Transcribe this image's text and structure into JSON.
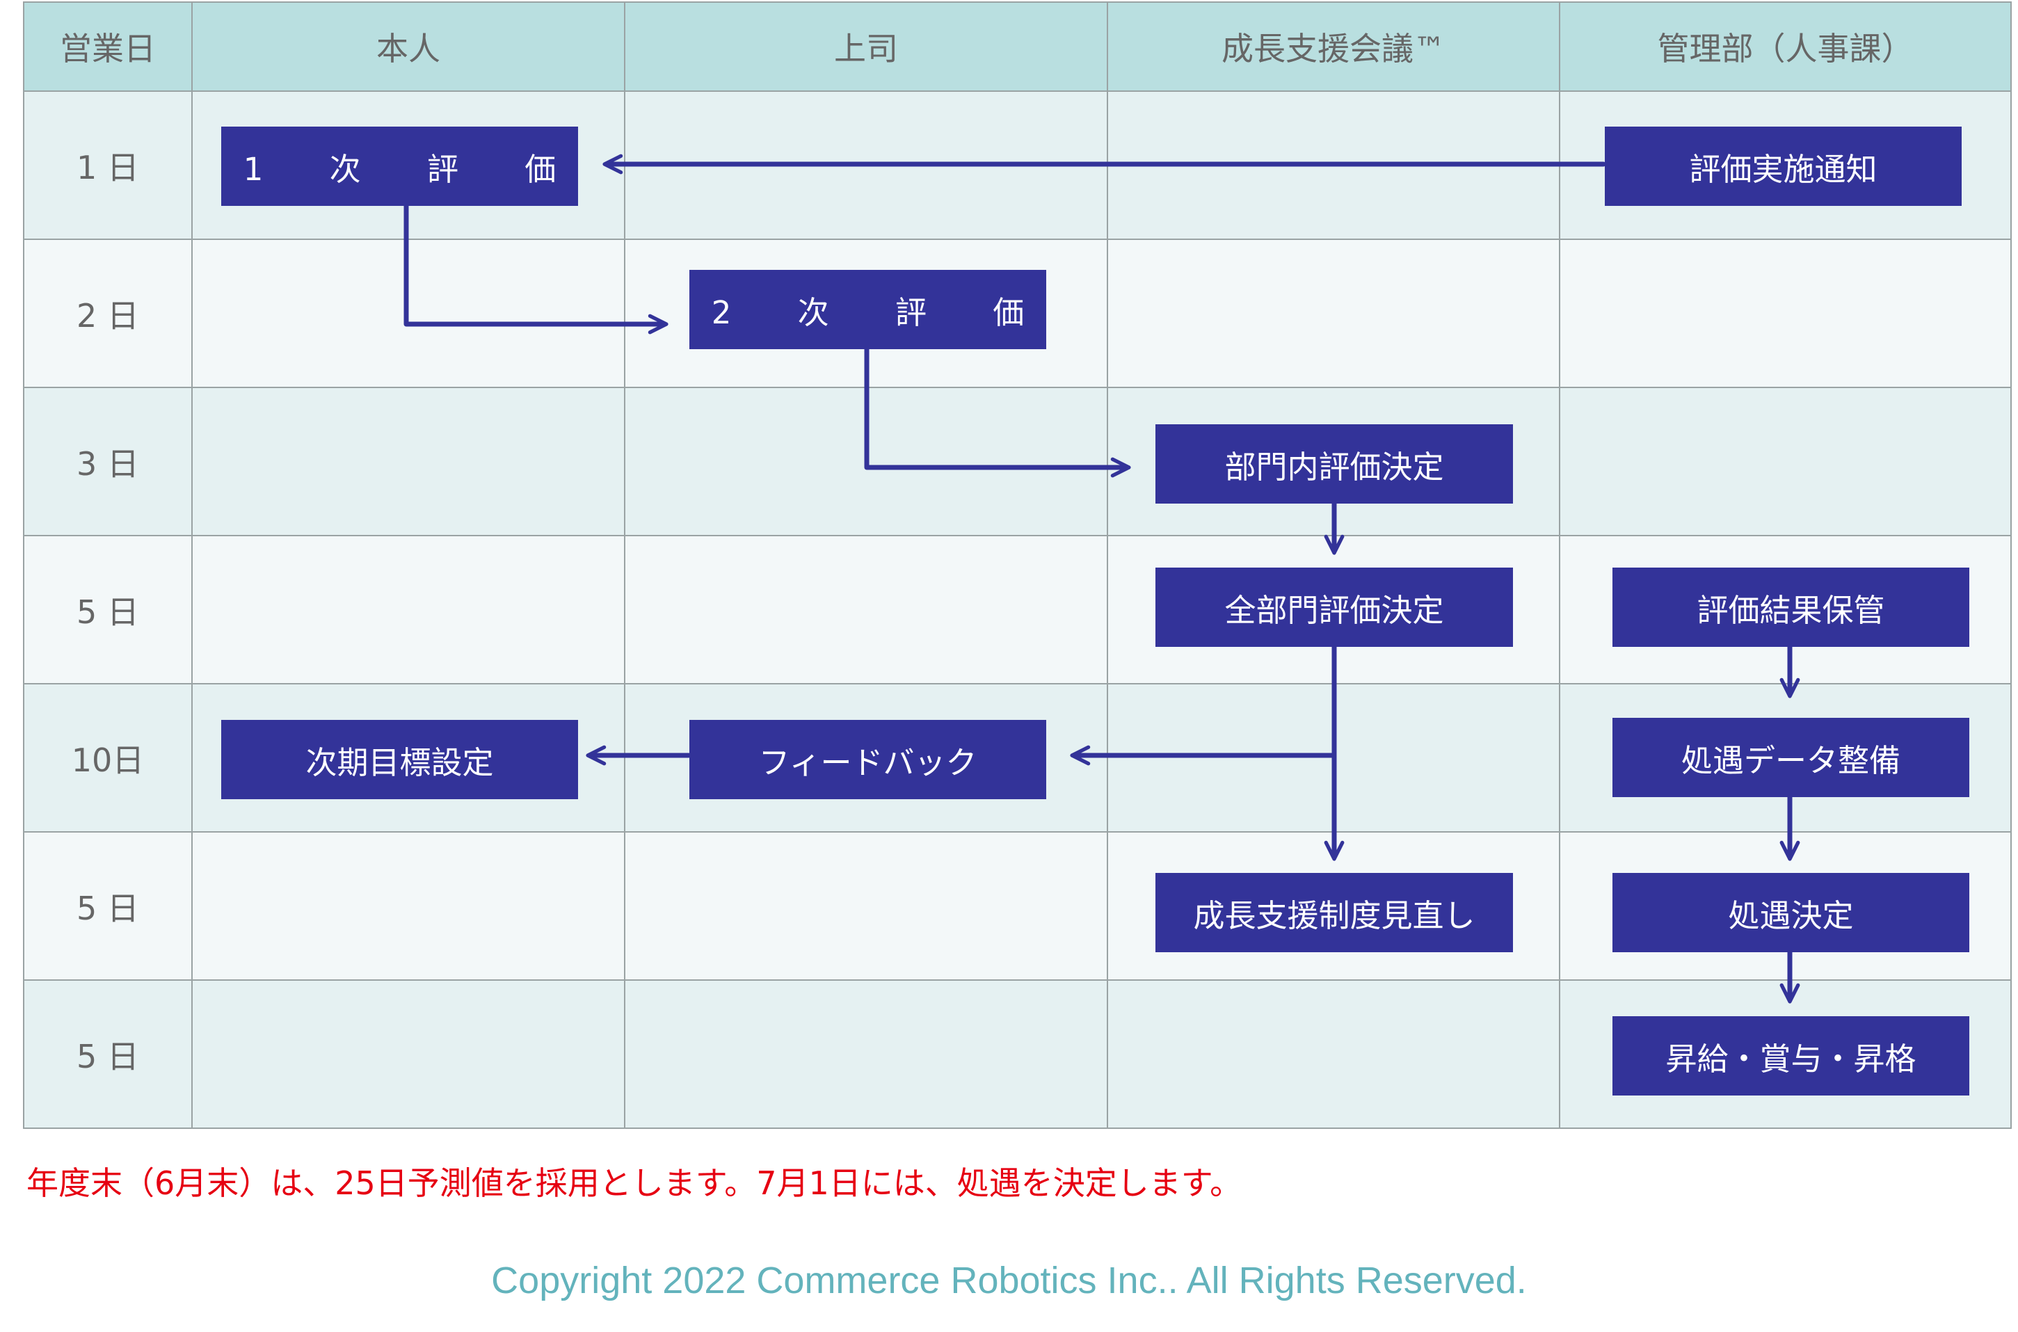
{
  "table": {
    "headers": [
      "営業日",
      "本人",
      "上司",
      "成長支援会議™",
      "管理部（人事課）"
    ],
    "days": [
      "1 日",
      "2 日",
      "3 日",
      "5 日",
      "10日",
      "5 日",
      "5 日"
    ]
  },
  "steps": {
    "first_eval": "1 次 評 価",
    "eval_notice": "評価実施通知",
    "second_eval": "2 次 評 価",
    "dept_eval": "部門内評価決定",
    "all_dept_eval": "全部門評価決定",
    "eval_storage": "評価結果保管",
    "next_goal": "次期目標設定",
    "feedback": "フィードバック",
    "treatment_data": "処遇データ整備",
    "support_review": "成長支援制度見直し",
    "treatment_decision": "処遇決定",
    "raise": "昇給・賞与・昇格"
  },
  "colors": {
    "box": "#333399",
    "header": "#b9dfe0",
    "note": "#e60012",
    "copyright": "#63b3bc"
  },
  "note": "年度末（6月末）は、25日予測値を採用とします。7月1日には、処遇を決定します。",
  "copyright": "Copyright 2022 Commerce Robotics Inc.. All Rights Reserved."
}
